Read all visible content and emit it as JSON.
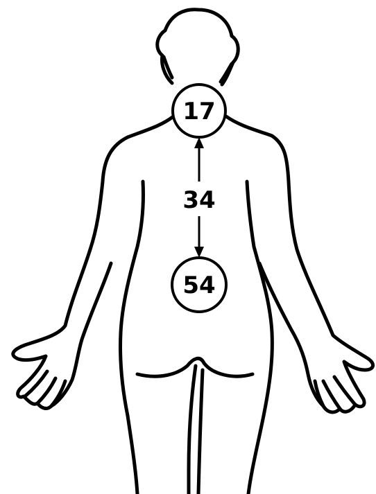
{
  "markers": {
    "upper": {
      "label": "17"
    },
    "lower": {
      "label": "54"
    }
  },
  "distance": {
    "label": "34"
  },
  "colors": {
    "line": "#000000",
    "background": "#ffffff"
  }
}
